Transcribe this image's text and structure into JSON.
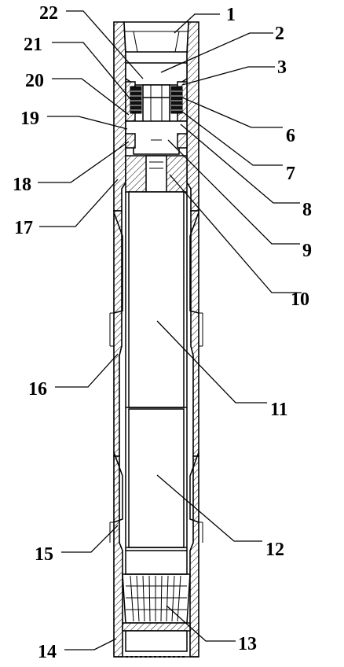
{
  "labels": [
    {
      "id": "1",
      "text": "1"
    },
    {
      "id": "2",
      "text": "2"
    },
    {
      "id": "3",
      "text": "3"
    },
    {
      "id": "6",
      "text": "6"
    },
    {
      "id": "7",
      "text": "7"
    },
    {
      "id": "8",
      "text": "8"
    },
    {
      "id": "9",
      "text": "9"
    },
    {
      "id": "10",
      "text": "10"
    },
    {
      "id": "11",
      "text": "11"
    },
    {
      "id": "12",
      "text": "12"
    },
    {
      "id": "13",
      "text": "13"
    },
    {
      "id": "14",
      "text": "14"
    },
    {
      "id": "15",
      "text": "15"
    },
    {
      "id": "16",
      "text": "16"
    },
    {
      "id": "17",
      "text": "17"
    },
    {
      "id": "18",
      "text": "18"
    },
    {
      "id": "19",
      "text": "19"
    },
    {
      "id": "20",
      "text": "20"
    },
    {
      "id": "21",
      "text": "21"
    },
    {
      "id": "22",
      "text": "22"
    }
  ]
}
